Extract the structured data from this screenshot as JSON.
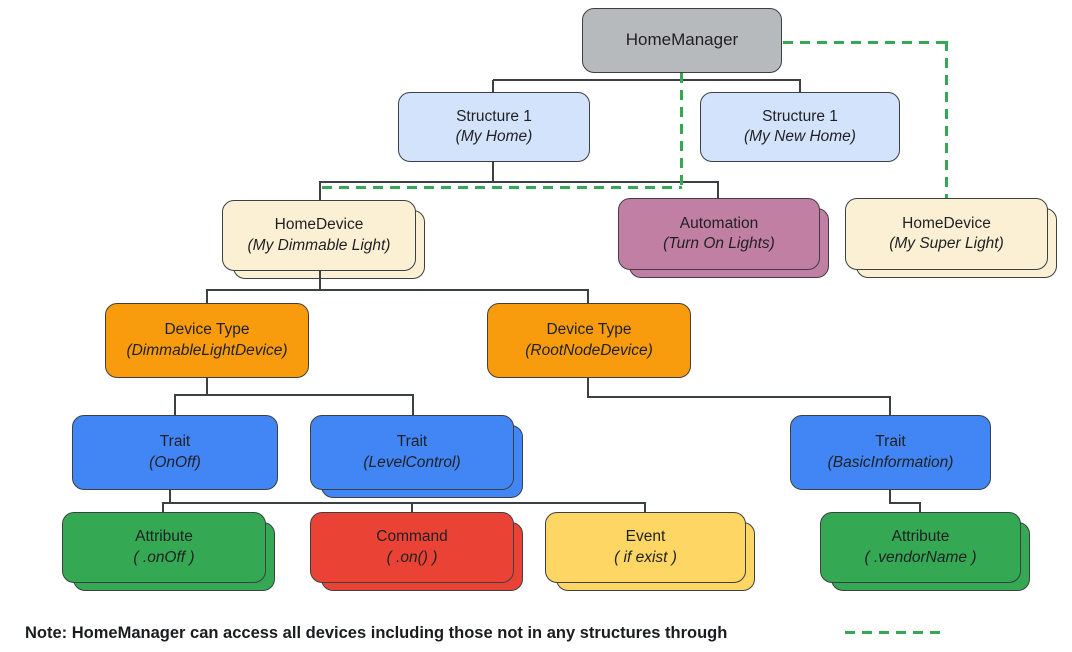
{
  "nodes": {
    "home_manager": {
      "label": "HomeManager",
      "sublabel": ""
    },
    "structure_my_home": {
      "label": "Structure 1",
      "sublabel": "(My Home)"
    },
    "structure_my_new_home": {
      "label": "Structure 1",
      "sublabel": "(My New Home)"
    },
    "home_device_dimmable": {
      "label": "HomeDevice",
      "sublabel": "(My Dimmable Light)"
    },
    "automation_turn_on_lights": {
      "label": "Automation",
      "sublabel": "(Turn On Lights)"
    },
    "home_device_super": {
      "label": "HomeDevice",
      "sublabel": "(My Super Light)"
    },
    "device_type_dimmable": {
      "label": "Device Type",
      "sublabel": "(DimmableLightDevice)"
    },
    "device_type_rootnode": {
      "label": "Device Type",
      "sublabel": "(RootNodeDevice)"
    },
    "trait_onoff": {
      "label": "Trait",
      "sublabel": "(OnOff)"
    },
    "trait_levelcontrol": {
      "label": "Trait",
      "sublabel": "(LevelControl)"
    },
    "trait_basicinformation": {
      "label": "Trait",
      "sublabel": "(BasicInformation)"
    },
    "attribute_onoff": {
      "label": "Attribute",
      "sublabel": "( .onOff )"
    },
    "command_on": {
      "label": "Command",
      "sublabel": "( .on() )"
    },
    "event_if_exist": {
      "label": "Event",
      "sublabel": "( if exist )"
    },
    "attribute_vendorname": {
      "label": "Attribute",
      "sublabel": "( .vendorName )"
    }
  },
  "note": {
    "text": "Note: HomeManager can access all devices including those not in any structures through"
  },
  "colors": {
    "gray": "#B6BABD",
    "light_blue": "#D3E3FC",
    "cream": "#FBF0D3",
    "purple": "#C27FA4",
    "orange": "#F89C0E",
    "blue": "#4285F4",
    "green": "#34A853",
    "red": "#EA4335",
    "yellow": "#FDD663",
    "connector": "#3C4043",
    "dashed_connector_green": "#34A853"
  }
}
